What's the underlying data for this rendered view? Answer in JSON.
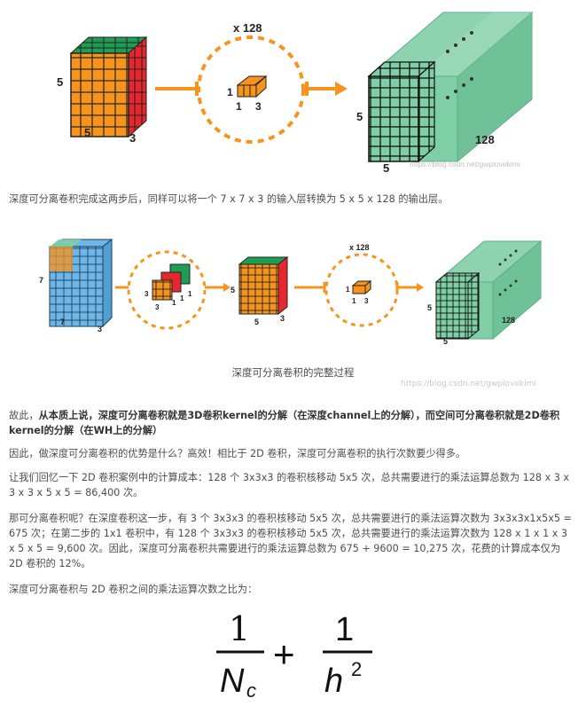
{
  "figure1": {
    "labels": {
      "multiplier": "x 128",
      "input_height": "5",
      "input_width": "5",
      "input_depth": "3",
      "kernel_h": "1",
      "kernel_w": "1",
      "kernel_d": "3",
      "output_height": "5",
      "output_width": "5",
      "output_depth": "128"
    },
    "watermark": "https://blog.csdn.net/gwplovekimi"
  },
  "paragraph1": "深度可分离卷积完成这两步后，同样可以将一个 7 x 7 x 3 的输入层转换为 5 x 5 x 128 的输出层。",
  "figure2": {
    "labels": {
      "in_h": "7",
      "in_w": "7",
      "in_d": "3",
      "k_h": "3",
      "k_w": "3",
      "k1a": "1",
      "k1b": "1",
      "k1c": "1",
      "mid_h": "5",
      "mid_w": "5",
      "mid_d": "3",
      "multiplier": "x 128",
      "pk_h": "1",
      "pk_w": "1",
      "pk_d": "3",
      "out_h": "5",
      "out_w": "5",
      "out_d": "128"
    },
    "caption": "深度可分离卷积的完整过程",
    "watermark": "https://blog.csdn.net/gwplovekimi"
  },
  "paragraph2": {
    "prefix": "故此，",
    "bold": "从本质上说，深度可分离卷积就是3D卷积kernel的分解（在深度channel上的分解），而空间可分离卷积就是2D卷积kernel的分解（在WH上的分解）"
  },
  "paragraph3": "因此，做深度可分离卷积的优势是什么？高效！相比于 2D 卷积，深度可分离卷积的执行次数要少得多。",
  "paragraph4": "让我们回忆一下 2D 卷积案例中的计算成本：128 个 3x3x3 的卷积核移动 5x5 次，总共需要进行的乘法运算总数为 128 x 3 x 3 x 3 x 5 x 5 = 86,400 次。",
  "paragraph5": "那可分离卷积呢？在深度卷积这一步，有 3 个 3x3x3 的卷积核移动 5x5 次，总共需要进行的乘法运算次数为 3x3x3x1x5x5 = 675 次；在第二步的 1x1 卷积中，有 128 个 3x3x3 的卷积核移动 5x5 次，总共需要进行的乘法运算次数为 128 x 1 x 1 x 3 x 5 x 5 = 9,600 次。因此，深度可分离卷积共需要进行的乘法运算总数为 675 + 9600 = 10,275 次，花费的计算成本仅为 2D 卷积的 12%。",
  "paragraph6": "深度可分离卷积与 2D 卷积之间的乘法运算次数之比为：",
  "formula": {
    "num1": "1",
    "den1_base": "N",
    "den1_sub": "c",
    "plus": "+",
    "num2": "1",
    "den2_base": "h",
    "den2_sup": "2"
  },
  "colors": {
    "orange": "#f7941d",
    "red": "#e8262d",
    "green": "#1f9d55",
    "blue": "#6db6e6",
    "teal": "#7ecfa5",
    "arrow": "#f7941d"
  }
}
